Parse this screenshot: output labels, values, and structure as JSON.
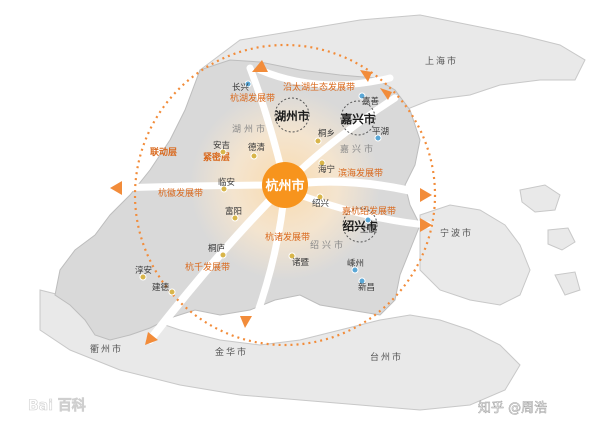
{
  "map": {
    "core_city": "杭州市",
    "cities": [
      "湖州市",
      "嘉兴市",
      "绍兴市"
    ],
    "districts_watermark": [
      "湖州市",
      "嘉兴市",
      "绍兴市"
    ],
    "outer_regions": [
      "上海市",
      "宁波市",
      "衢州市",
      "金华市",
      "台州市"
    ],
    "zones": [
      "联动层",
      "紧密层"
    ],
    "belts": [
      "沿太湖生态发展带",
      "杭湖发展带",
      "杭徽发展带",
      "滨海发展带",
      "嘉杭绍发展带",
      "杭诸发展带",
      "杭千发展带"
    ],
    "towns": [
      "长兴",
      "嘉善",
      "桐乡",
      "平湖",
      "海宁",
      "安吉",
      "德清",
      "临安",
      "富阳",
      "绍兴",
      "上虞",
      "桐庐",
      "诸暨",
      "淳安",
      "建德",
      "嵊州",
      "新昌"
    ],
    "colors": {
      "accent": "#f28c3a",
      "belt_label": "#d9681c",
      "land": "#e9e9e9",
      "core_fill": "#f7941d"
    }
  },
  "watermarks": {
    "left": "Bai 百科",
    "right": "知乎 @周浩"
  }
}
